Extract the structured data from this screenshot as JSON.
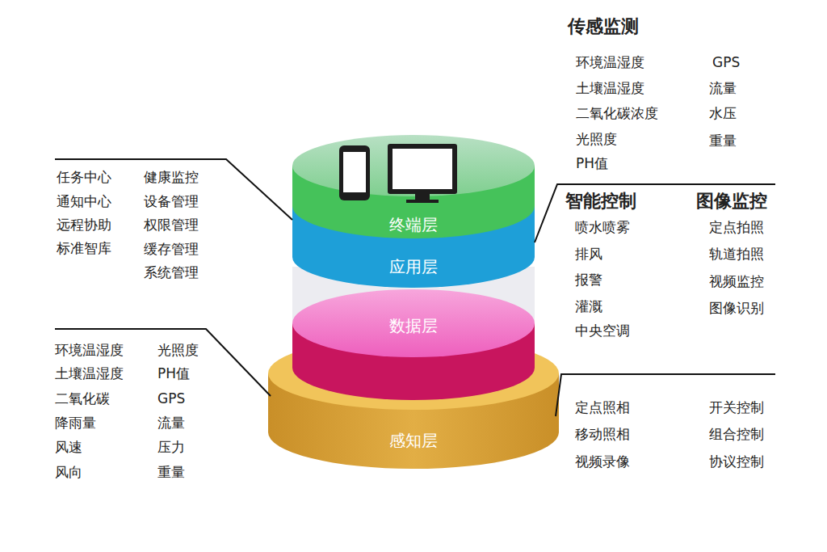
{
  "diagram": {
    "nodes": [
      {
        "text": [
          "终端层"
        ]
      },
      {
        "text": [
          "应用层"
        ]
      },
      {
        "text": [
          "数据层"
        ]
      },
      {
        "text": [
          "感知层"
        ]
      }
    ],
    "labels": [
      "传感监测",
      "环境温湿度",
      "土壤温湿度",
      "二氧化碳浓度",
      "光照度",
      "PH值",
      "GPS",
      "流量",
      "水压",
      "重量",
      "任务中心",
      "通知中心",
      "远程协助",
      "标准智库",
      "健康监控",
      "设备管理",
      "权限管理",
      "缓存管理",
      "系统管理",
      "智能控制",
      "喷水喷雾",
      "排风",
      "报警",
      "灌溉",
      "中央空调",
      "图像监控",
      "定点拍照",
      "轨道拍照",
      "视频监控",
      "图像识别",
      "环境温湿度",
      "土壤温湿度",
      "二氧化碳",
      "降雨量",
      "风速",
      "风向",
      "光照度",
      "PH值",
      "GPS",
      "流量",
      "压力",
      "重量",
      "定点照相",
      "移动照相",
      "视频录像",
      "开关控制",
      "组合控制",
      "协议控制"
    ]
  }
}
